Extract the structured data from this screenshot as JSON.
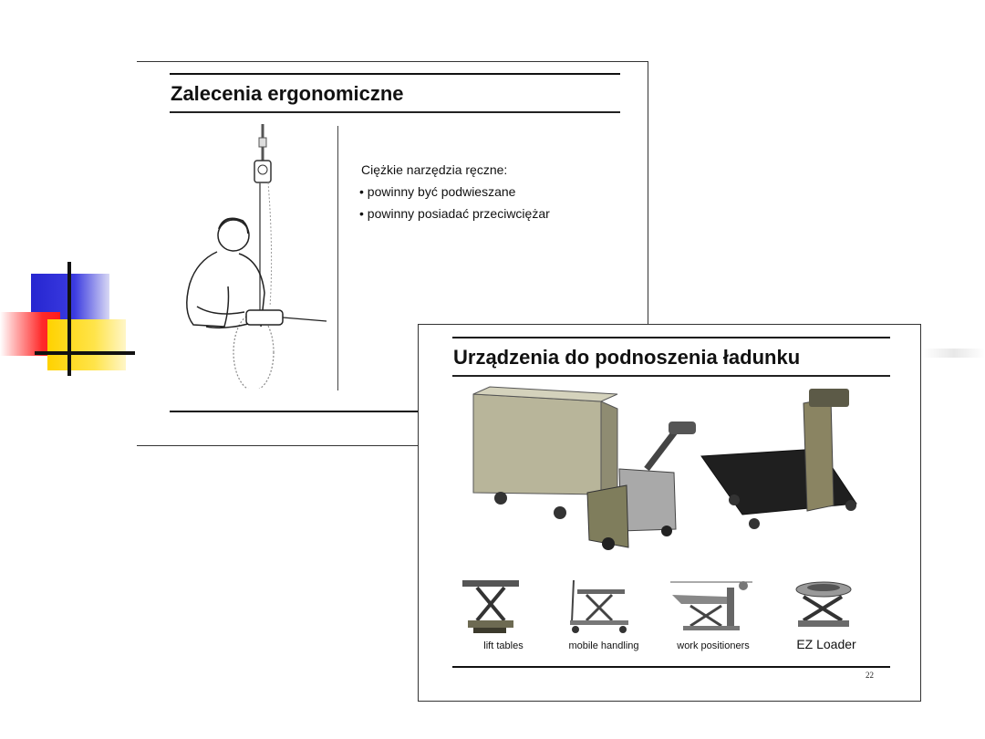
{
  "slide1": {
    "title": "Zalecenia ergonomiczne",
    "heading": "Ciężkie narzędzia ręczne:",
    "bullets": [
      "• powinny być podwieszane",
      "• powinny posiadać przeciwciężar"
    ]
  },
  "slide2": {
    "title": "Urządzenia do podnoszenia ładunku",
    "lift_labels": [
      "lift tables",
      "mobile handling",
      "work positioners",
      "EZ Loader"
    ],
    "page_number": "22"
  },
  "colors": {
    "blue": "#2a2ad8",
    "red": "#ff2020",
    "yellow": "#ffd600"
  }
}
